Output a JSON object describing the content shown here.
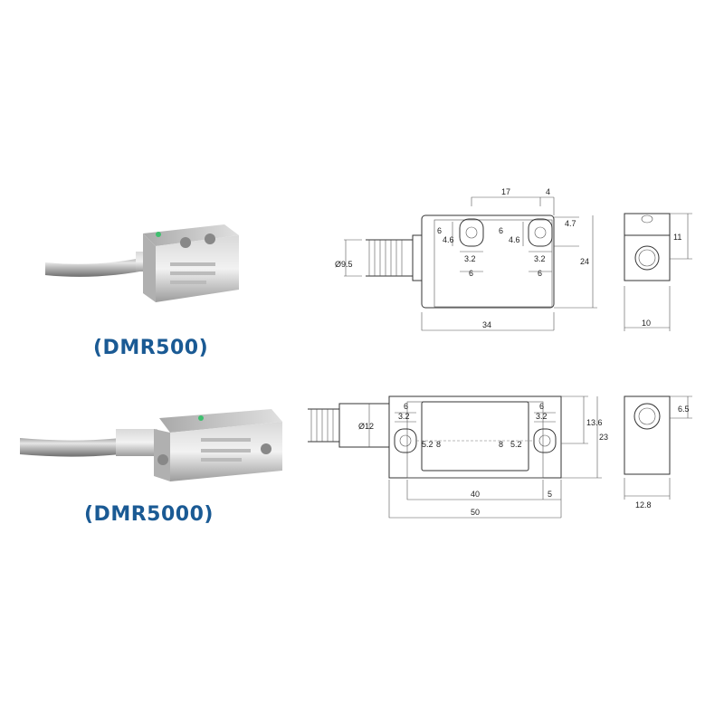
{
  "captions": {
    "model1": "(DMR500)",
    "model2": "(DMR5000)"
  },
  "colors": {
    "caption": "#1a5a94",
    "line": "#333333"
  },
  "drawing1": {
    "d17": "17",
    "d4": "4",
    "d6a": "6",
    "d46a": "4.6",
    "d6b": "6",
    "d46b": "4.6",
    "d47": "4.7",
    "d32a": "3.2",
    "d6c": "6",
    "d32b": "3.2",
    "d6d": "6",
    "d24": "24",
    "d34": "34",
    "dia": "Ø9.5",
    "d11": "11",
    "d10": "10"
  },
  "drawing2": {
    "d6a": "6",
    "d32a": "3.2",
    "d6b": "6",
    "d32b": "3.2",
    "d136": "13.6",
    "d23": "23",
    "d52a": "5.2",
    "d8a": "8",
    "d8b": "8",
    "d52b": "5.2",
    "d40": "40",
    "d5": "5",
    "d50": "50",
    "dia": "Ø12",
    "d65": "6.5",
    "d128": "12.8"
  }
}
